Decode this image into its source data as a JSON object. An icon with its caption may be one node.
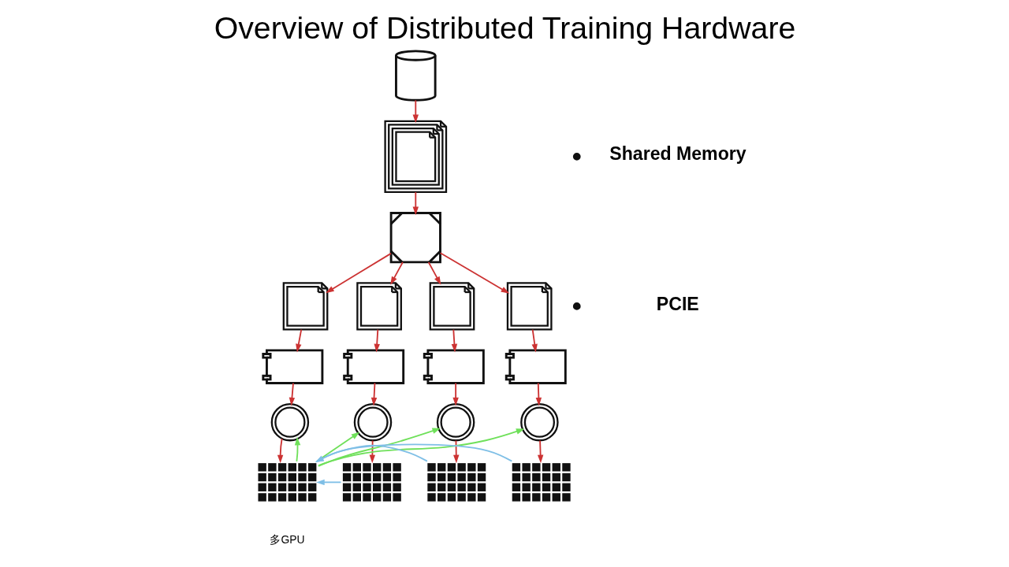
{
  "diagram": {
    "title": "Overview of Distributed Training Hardware",
    "caption": "多GPU",
    "nodes": [
      {
        "text": [],
        "shape": "picture"
      },
      {
        "text": [],
        "shape": "picture"
      },
      {
        "text": [],
        "shape": "picture"
      },
      {
        "text": [],
        "shape": "picture"
      },
      {
        "text": [],
        "shape": "picture"
      },
      {
        "text": [],
        "shape": "picture"
      },
      {
        "text": [],
        "shape": "picture"
      },
      {
        "text": [],
        "shape": "picture"
      },
      {
        "text": [],
        "shape": "picture"
      },
      {
        "text": [],
        "shape": "picture"
      },
      {
        "text": [],
        "shape": "picture"
      },
      {
        "text": [],
        "shape": "picture"
      },
      {
        "text": [],
        "shape": "picture"
      },
      {
        "text": [],
        "shape": "picture"
      },
      {
        "text": [],
        "shape": "picture"
      },
      {
        "text": [],
        "shape": "picture"
      },
      {
        "text": [],
        "shape": "picture"
      },
      {
        "text": [],
        "shape": "picture"
      },
      {
        "text": [],
        "shape": "picture"
      }
    ],
    "edges": [
      {
        "from": 0,
        "to": 1,
        "arrow": "to"
      },
      {
        "from": 1,
        "to": 2,
        "arrow": "to"
      },
      {
        "from": 2,
        "to": 3,
        "arrow": "to"
      },
      {
        "from": 2,
        "to": 4,
        "arrow": "to"
      },
      {
        "from": 2,
        "to": 5,
        "arrow": "to"
      },
      {
        "from": 2,
        "to": 6,
        "arrow": "to"
      },
      {
        "from": 3,
        "to": 7,
        "arrow": "to"
      },
      {
        "from": 4,
        "to": 8,
        "arrow": "to"
      },
      {
        "from": 5,
        "to": 9,
        "arrow": "to"
      },
      {
        "from": 6,
        "to": 10,
        "arrow": "to"
      },
      {
        "from": 7,
        "to": 11,
        "arrow": "to"
      },
      {
        "from": 8,
        "to": 12,
        "arrow": "to"
      },
      {
        "from": 9,
        "to": 13,
        "arrow": "to"
      },
      {
        "from": 10,
        "to": 14,
        "arrow": "to"
      },
      {
        "from": 11,
        "to": 15,
        "arrow": "to"
      },
      {
        "from": 12,
        "to": 16,
        "arrow": "to"
      },
      {
        "from": 13,
        "to": 17,
        "arrow": "to"
      },
      {
        "from": 14,
        "to": 18,
        "arrow": "to"
      },
      {
        "from": 16,
        "to": 15,
        "arrow": "to",
        "color": "#7fbfe6"
      },
      {
        "from": 17,
        "to": 15,
        "arrow": "to",
        "color": "#7fbfe6"
      },
      {
        "from": 18,
        "to": 15,
        "arrow": "to",
        "color": "#7fbfe6"
      },
      {
        "from": 15,
        "to": 11,
        "arrow": "to",
        "color": "#6fe05a"
      },
      {
        "from": 15,
        "to": 12,
        "arrow": "to",
        "color": "#6fe05a"
      },
      {
        "from": 15,
        "to": 13,
        "arrow": "to",
        "color": "#6fe05a"
      },
      {
        "from": 15,
        "to": 14,
        "arrow": "to",
        "color": "#6fe05a"
      }
    ],
    "labels": [
      "Shared Memory",
      "PCIE"
    ]
  }
}
